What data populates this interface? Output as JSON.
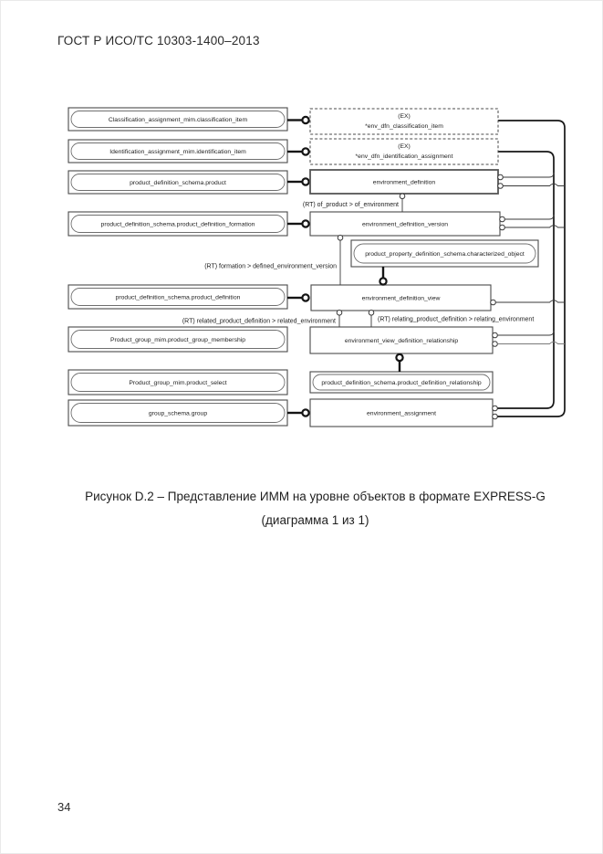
{
  "page": {
    "header": "ГОСТ Р ИСО/ТС 10303-1400–2013",
    "page_number": "34",
    "caption_line1": "Рисунок D.2 – Представление ИММ на уровне объектов в формате EXPRESS-G",
    "caption_line2": "(диаграмма 1 из 1)"
  },
  "diagram": {
    "left_refs": [
      "Classification_assignment_mim.classification_item",
      "Identification_assignment_mim.identification_item",
      "product_definition_schema.product",
      "product_definition_schema.product_definition_formation",
      "product_definition_schema.product_definition",
      "Product_group_mim.product_group_membership",
      "Product_group_mim.product_select",
      "group_schema.group"
    ],
    "external_refs": [
      {
        "tag": "(EX)",
        "name": "*env_dfn_classification_item"
      },
      {
        "tag": "(EX)",
        "name": "*env_dfn_identification_assignment"
      }
    ],
    "entities": [
      "environment_definition",
      "environment_definition_version",
      "environment_definition_view",
      "environment_view_definition_relationship",
      "environment_assignment"
    ],
    "select_refs": [
      "product_property_definition_schema.characterized_object",
      "product_definition_schema.product_definition_relationship"
    ],
    "relation_labels": [
      "(RT) of_product > of_environment",
      "(RT) formation > defined_environment_version",
      "(RT) related_product_definition > related_environment",
      "(RT) relating_product_definition > relating_environment"
    ]
  }
}
